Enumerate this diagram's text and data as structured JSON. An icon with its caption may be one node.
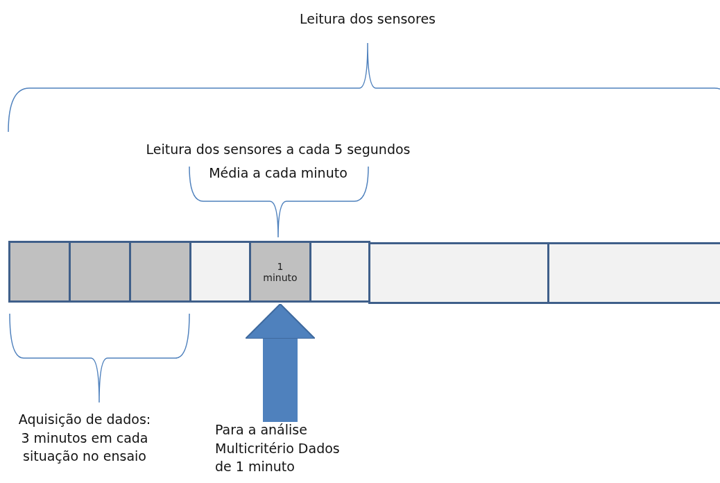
{
  "diagram": {
    "nodes": [
      {
        "text": [],
        "shape": "box"
      },
      {
        "text": [],
        "shape": "box"
      },
      {
        "text": [],
        "shape": "box"
      },
      {
        "text": [],
        "shape": "box"
      },
      {
        "text": [
          "1 minuto"
        ]
      },
      {
        "text": [],
        "shape": "box"
      },
      {
        "text": [],
        "shape": "box"
      },
      {
        "text": [],
        "shape": "box"
      },
      {
        "text": [
          "Para a análise Multicritério Dados de 1 minuto"
        ]
      }
    ],
    "edges": [
      {
        "from": 8,
        "to": 4,
        "arrow": "to"
      }
    ],
    "labels": [
      "Leitura dos sensores",
      "Leitura dos sensores a cada 5 segundos",
      "Média a cada minuto",
      "Aquisição de dados: 3 minutos em cada situação no ensaio"
    ]
  }
}
